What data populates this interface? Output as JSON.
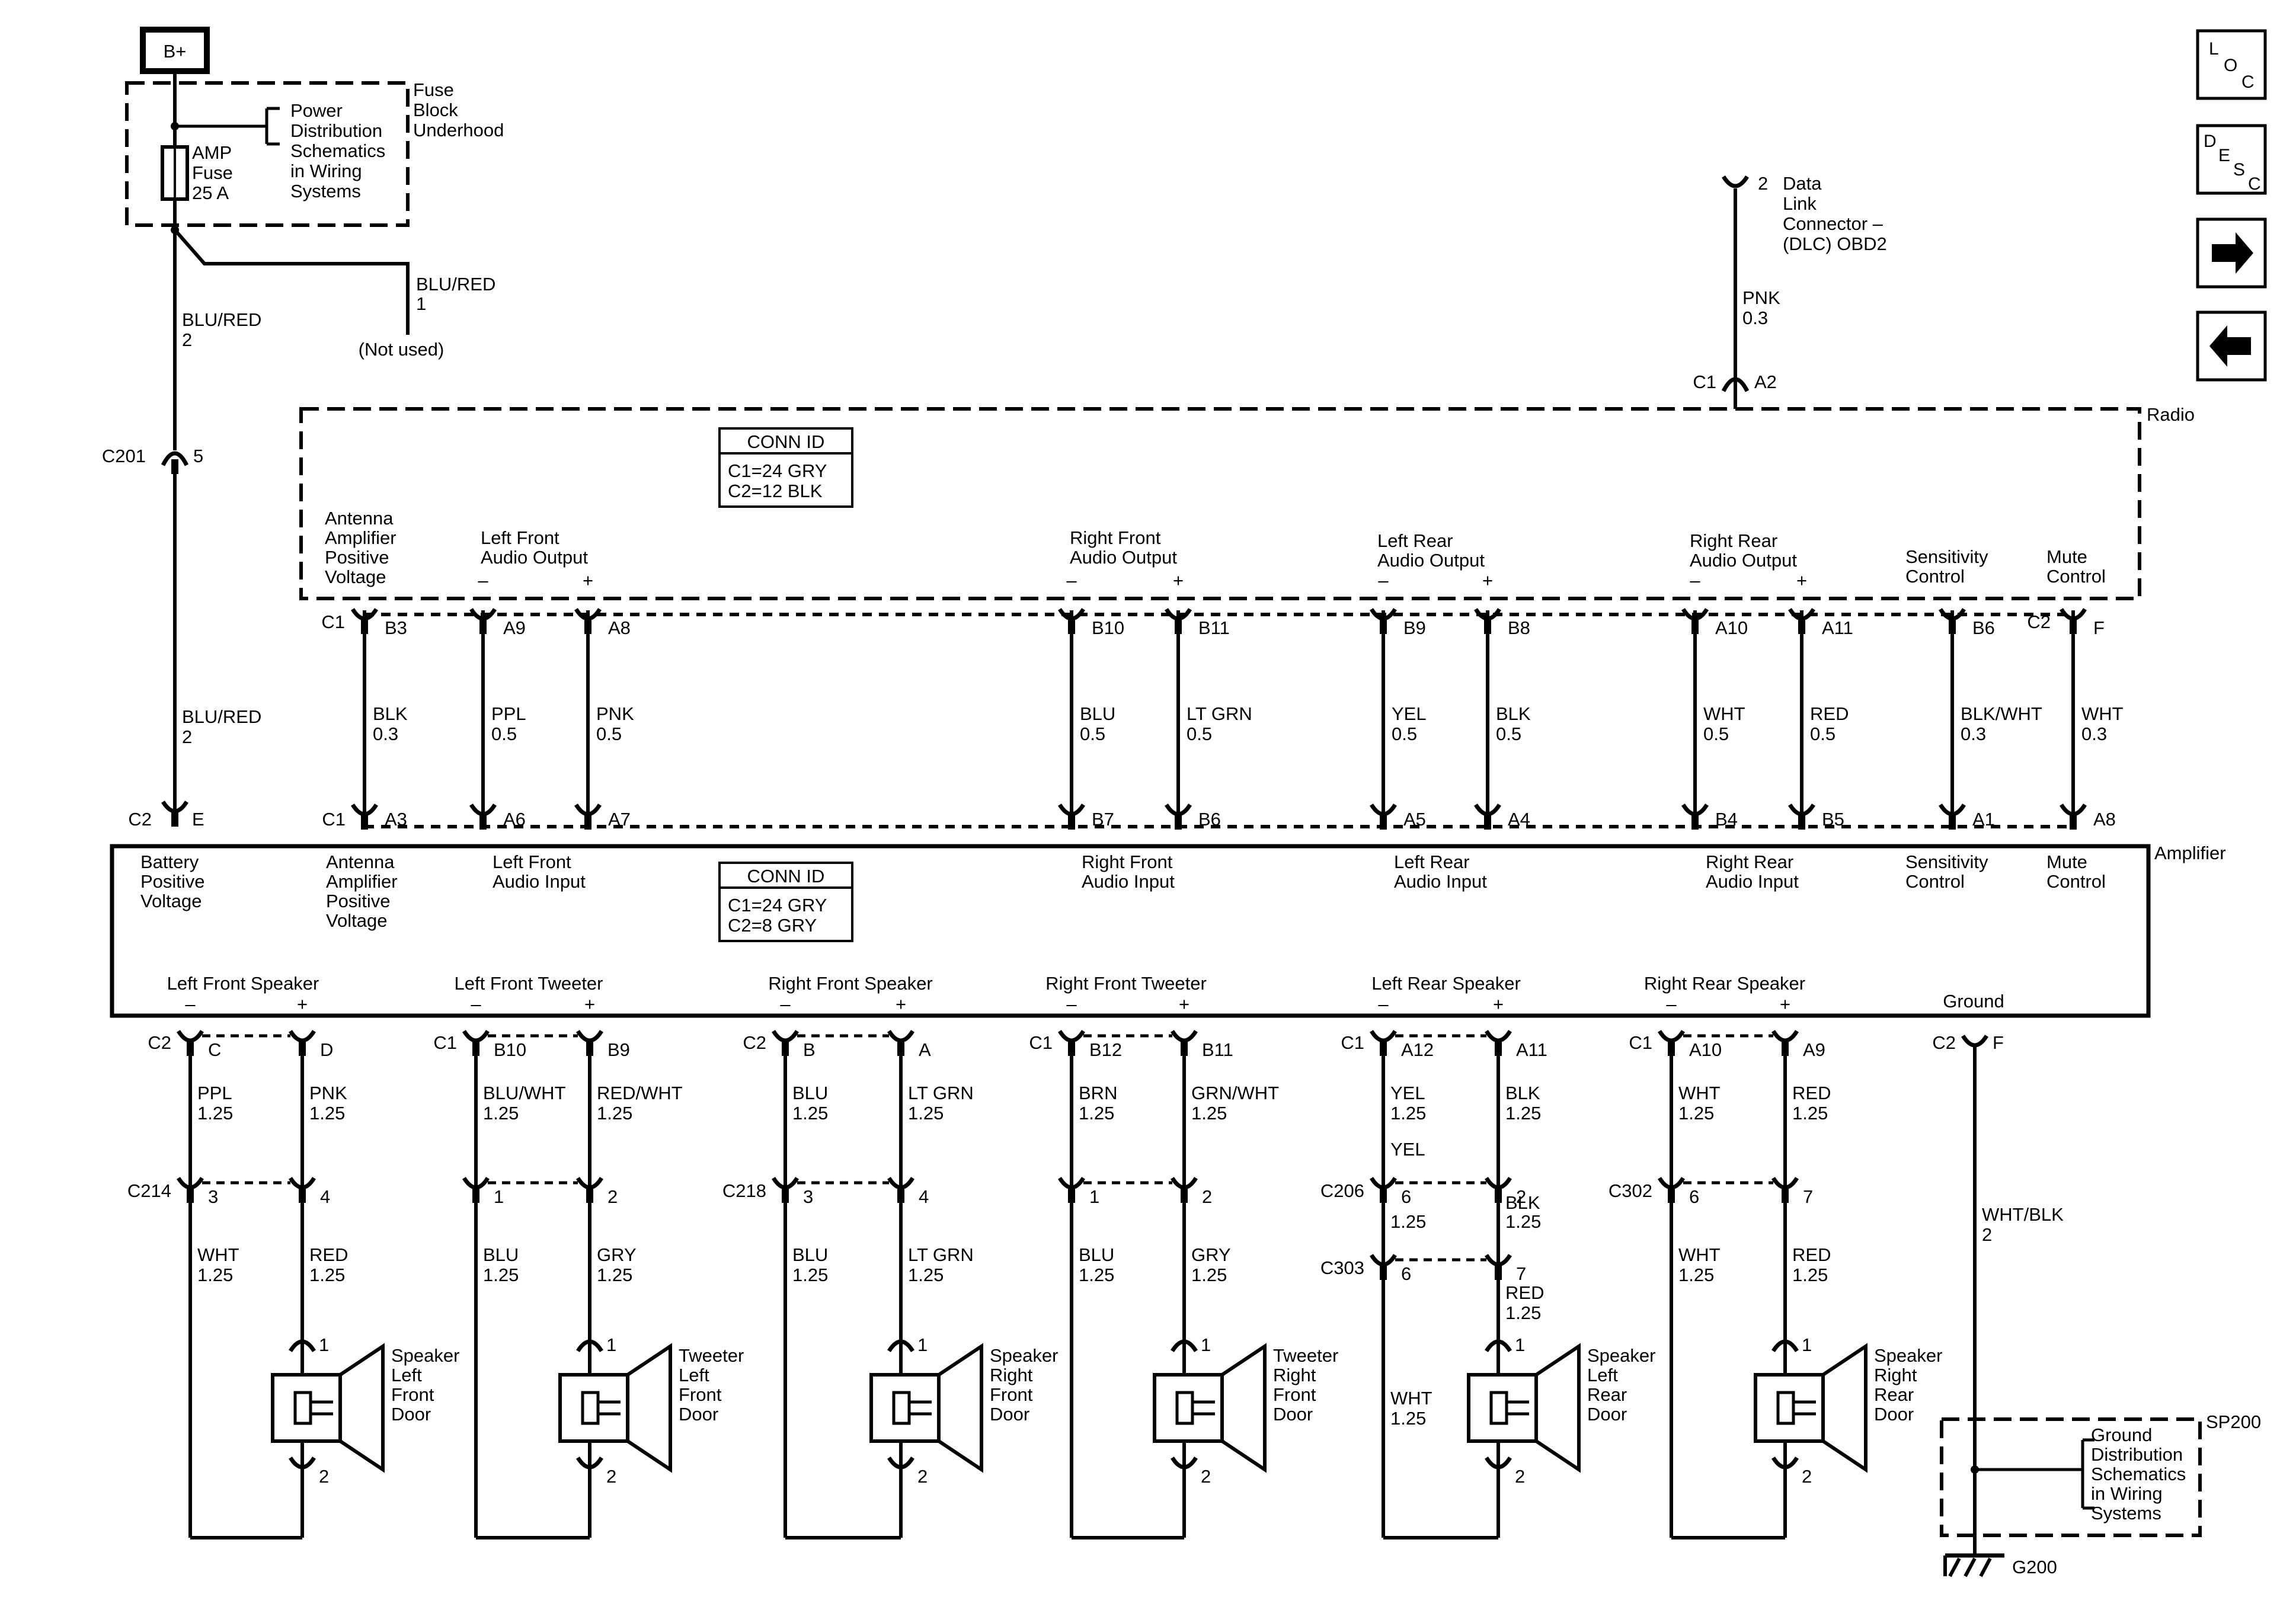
{
  "top": {
    "bplus": "B+",
    "fuse_block_label": [
      "Fuse",
      "Block",
      "Underhood"
    ],
    "power_dist_label": [
      "Power",
      "Distribution",
      "Schematics",
      "in Wiring",
      "Systems"
    ],
    "fuse_label": [
      "AMP",
      "Fuse",
      "25 A"
    ],
    "notused_wire": "BLU/RED",
    "notused_num": "1",
    "notused_text": "(Not used)",
    "main_wire": "BLU/RED",
    "main_wire_num": "2",
    "c201": "C201",
    "c201_pin": "5",
    "main_wire2": "BLU/RED",
    "main_wire2_num": "2"
  },
  "dlc": {
    "pin": "2",
    "label": [
      "Data",
      "Link",
      "Connector –",
      "(DLC) OBD2"
    ],
    "wire": "PNK",
    "gauge": "0.3",
    "conn": "C1",
    "radio_pin": "A2"
  },
  "nav": {
    "loc": [
      "L",
      "O",
      "C"
    ],
    "desc": [
      "D",
      "E",
      "S",
      "C"
    ],
    "next_icon": "arrow-right-icon",
    "prev_icon": "arrow-left-icon"
  },
  "radio": {
    "name": "Radio",
    "conn_id_title": "CONN ID",
    "conn_id": [
      "C1=24 GRY",
      "C2=12 BLK"
    ],
    "labels": {
      "antenna": [
        "Antenna",
        "Amplifier",
        "Positive",
        "Voltage"
      ],
      "lf": [
        "Left Front",
        "Audio Output"
      ],
      "rf": [
        "Right Front",
        "Audio Output"
      ],
      "lr": [
        "Left Rear",
        "Audio Output"
      ],
      "rr": [
        "Right Rear",
        "Audio Output"
      ],
      "sens": [
        "Sensitivity",
        "Control"
      ],
      "mute": [
        "Mute",
        "Control"
      ]
    },
    "c1": "C1",
    "c2": "C2",
    "minus": "–",
    "plus": "+"
  },
  "mid_wires": [
    {
      "rpin": "B3",
      "color": "BLK",
      "gauge": "0.3",
      "apin": "A3"
    },
    {
      "rpin": "A9",
      "color": "PPL",
      "gauge": "0.5",
      "apin": "A6"
    },
    {
      "rpin": "A8",
      "color": "PNK",
      "gauge": "0.5",
      "apin": "A7"
    },
    {
      "rpin": "B10",
      "color": "BLU",
      "gauge": "0.5",
      "apin": "B7"
    },
    {
      "rpin": "B11",
      "color": "LT GRN",
      "gauge": "0.5",
      "apin": "B6"
    },
    {
      "rpin": "B9",
      "color": "YEL",
      "gauge": "0.5",
      "apin": "A5"
    },
    {
      "rpin": "B8",
      "color": "BLK",
      "gauge": "0.5",
      "apin": "A4"
    },
    {
      "rpin": "A10",
      "color": "WHT",
      "gauge": "0.5",
      "apin": "B4"
    },
    {
      "rpin": "A11",
      "color": "RED",
      "gauge": "0.5",
      "apin": "B5"
    },
    {
      "rpin": "B6",
      "color": "BLK/WHT",
      "gauge": "0.3",
      "apin": "A1"
    },
    {
      "rpin": "F",
      "color": "WHT",
      "gauge": "0.3",
      "apin": "A8"
    }
  ],
  "amplifier": {
    "name": "Amplifier",
    "conn_id_title": "CONN ID",
    "conn_id": [
      "C1=24 GRY",
      "C2=8 GRY"
    ],
    "c2_top": "C2",
    "e_pin": "E",
    "c1_top": "C1",
    "labels": {
      "battery": [
        "Battery",
        "Positive",
        "Voltage"
      ],
      "antenna": [
        "Antenna",
        "Amplifier",
        "Positive",
        "Voltage"
      ],
      "lf": [
        "Left Front",
        "Audio Input"
      ],
      "rf": [
        "Right Front",
        "Audio Input"
      ],
      "lr": [
        "Left Rear",
        "Audio Input"
      ],
      "rr": [
        "Right Rear",
        "Audio Input"
      ],
      "sens": [
        "Sensitivity",
        "Control"
      ],
      "mute": [
        "Mute",
        "Control"
      ]
    },
    "outputs": [
      "Left Front Speaker",
      "Left Front Tweeter",
      "Right Front Speaker",
      "Right Front Tweeter",
      "Left Rear Speaker",
      "Right Rear Speaker"
    ],
    "ground": "Ground"
  },
  "channels": [
    {
      "conn": "C2",
      "pins": [
        "C",
        "D"
      ],
      "amp_wires": [
        {
          "color": "PPL",
          "gauge": "1.25"
        },
        {
          "color": "PNK",
          "gauge": "1.25"
        }
      ],
      "inline": "C214",
      "inline_pins": [
        "3",
        "4"
      ],
      "spk_wires": [
        {
          "color": "WHT",
          "gauge": "1.25"
        },
        {
          "color": "RED",
          "gauge": "1.25"
        }
      ],
      "device": [
        "Speaker",
        "Left",
        "Front",
        "Door"
      ]
    },
    {
      "conn": "C1",
      "pins": [
        "B10",
        "B9"
      ],
      "amp_wires": [
        {
          "color": "BLU/WHT",
          "gauge": "1.25"
        },
        {
          "color": "RED/WHT",
          "gauge": "1.25"
        }
      ],
      "inline": "",
      "inline_pins": [
        "1",
        "2"
      ],
      "spk_wires": [
        {
          "color": "BLU",
          "gauge": "1.25"
        },
        {
          "color": "GRY",
          "gauge": "1.25"
        }
      ],
      "device": [
        "Tweeter",
        "Left",
        "Front",
        "Door"
      ]
    },
    {
      "conn": "C2",
      "pins": [
        "B",
        "A"
      ],
      "amp_wires": [
        {
          "color": "BLU",
          "gauge": "1.25"
        },
        {
          "color": "LT GRN",
          "gauge": "1.25"
        }
      ],
      "inline": "C218",
      "inline_pins": [
        "3",
        "4"
      ],
      "spk_wires": [
        {
          "color": "BLU",
          "gauge": "1.25"
        },
        {
          "color": "LT GRN",
          "gauge": "1.25"
        }
      ],
      "device": [
        "Speaker",
        "Right",
        "Front",
        "Door"
      ]
    },
    {
      "conn": "C1",
      "pins": [
        "B12",
        "B11"
      ],
      "amp_wires": [
        {
          "color": "BRN",
          "gauge": "1.25"
        },
        {
          "color": "GRN/WHT",
          "gauge": "1.25"
        }
      ],
      "inline": "",
      "inline_pins": [
        "1",
        "2"
      ],
      "spk_wires": [
        {
          "color": "BLU",
          "gauge": "1.25"
        },
        {
          "color": "GRY",
          "gauge": "1.25"
        }
      ],
      "device": [
        "Tweeter",
        "Right",
        "Front",
        "Door"
      ]
    },
    {
      "conn": "C1",
      "pins": [
        "A12",
        "A11"
      ],
      "amp_wires": [
        {
          "color": "YEL",
          "gauge": "1.25"
        },
        {
          "color": "BLK",
          "gauge": "1.25"
        }
      ],
      "inline": "C206",
      "inline_pins": [
        "6",
        "2"
      ],
      "mid_wires": [
        {
          "color": "YEL",
          "gauge": "1.25"
        },
        {
          "color": "BLK",
          "gauge": "1.25"
        }
      ],
      "inline2": "C303",
      "inline2_pins": [
        "6",
        "7"
      ],
      "spk_wires": [
        {
          "color": "WHT",
          "gauge": "1.25"
        },
        {
          "color": "RED",
          "gauge": "1.25"
        }
      ],
      "device": [
        "Speaker",
        "Left",
        "Rear",
        "Door"
      ]
    },
    {
      "conn": "C1",
      "pins": [
        "A10",
        "A9"
      ],
      "amp_wires": [
        {
          "color": "WHT",
          "gauge": "1.25"
        },
        {
          "color": "RED",
          "gauge": "1.25"
        }
      ],
      "inline": "C302",
      "inline_pins": [
        "6",
        "7"
      ],
      "spk_wires": [
        {
          "color": "WHT",
          "gauge": "1.25"
        },
        {
          "color": "RED",
          "gauge": "1.25"
        }
      ],
      "device": [
        "Speaker",
        "Right",
        "Rear",
        "Door"
      ]
    }
  ],
  "speaker_pins": [
    "1",
    "2"
  ],
  "ground": {
    "conn": "C2",
    "pin": "F",
    "wire": "WHT/BLK",
    "gauge": "2",
    "splice": "SP200",
    "dist_label": [
      "Ground",
      "Distribution",
      "Schematics",
      "in Wiring",
      "Systems"
    ],
    "g": "G200"
  }
}
